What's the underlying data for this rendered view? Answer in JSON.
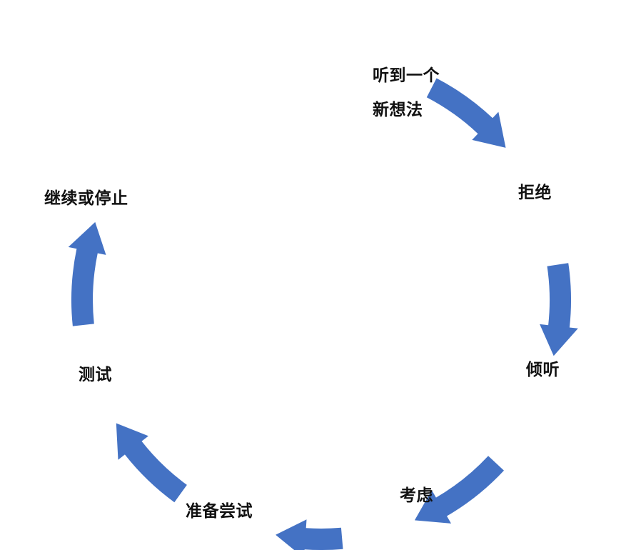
{
  "diagram": {
    "arrow_color": "#4472C4",
    "text_color": "#111111",
    "steps": [
      {
        "lines": [
          "听到一个",
          "新想法"
        ]
      },
      {
        "lines": [
          "拒绝"
        ]
      },
      {
        "lines": [
          "倾听"
        ]
      },
      {
        "lines": [
          "考虑"
        ]
      },
      {
        "lines": [
          "准备尝试"
        ]
      },
      {
        "lines": [
          "测试"
        ]
      },
      {
        "lines": [
          "继续或停止"
        ]
      }
    ]
  }
}
